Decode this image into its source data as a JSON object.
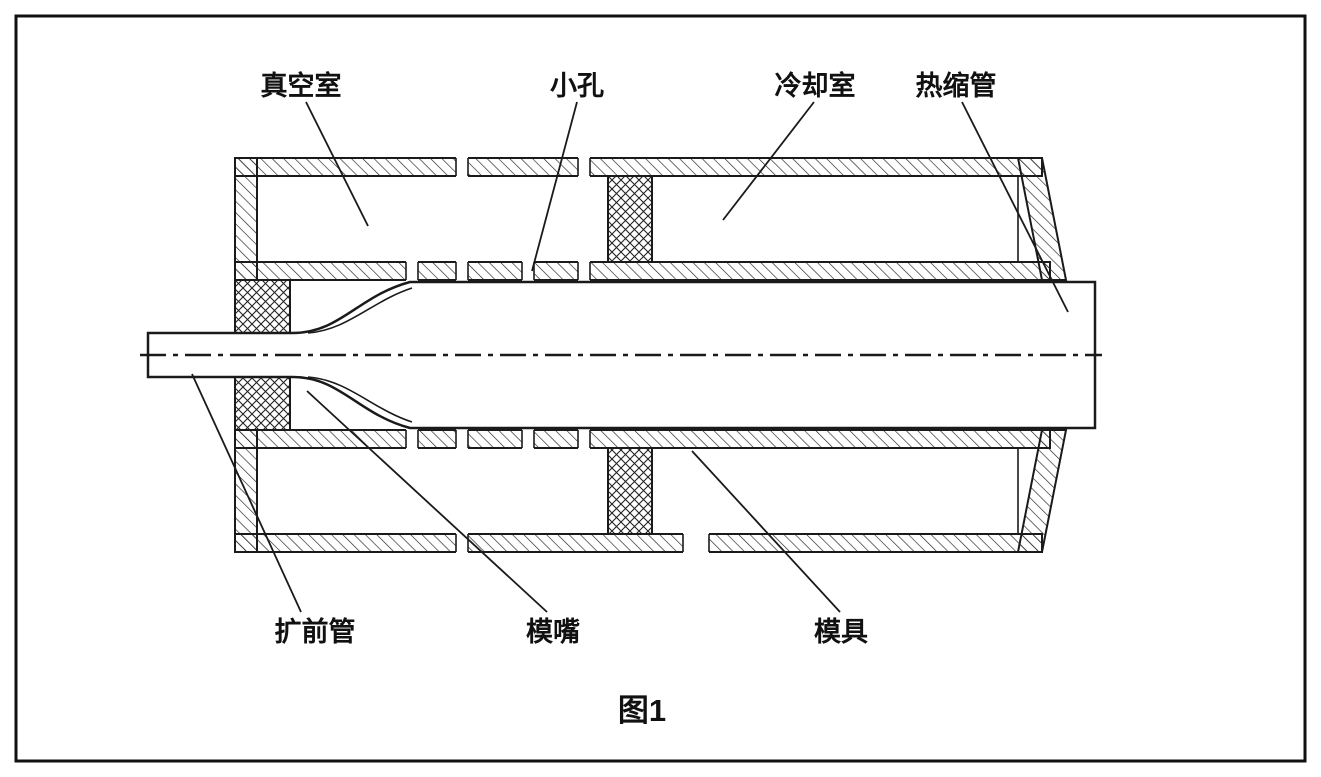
{
  "figure": {
    "caption": "图1",
    "labels": {
      "vacuum_chamber": "真空室",
      "small_hole": "小孔",
      "cooling_chamber": "冷却室",
      "heat_shrink_tube": "热缩管",
      "expander_tube": "扩前管",
      "die_nozzle": "模嘴",
      "die": "模具"
    },
    "colors": {
      "line": "#1a1a1a",
      "background": "#ffffff"
    }
  }
}
